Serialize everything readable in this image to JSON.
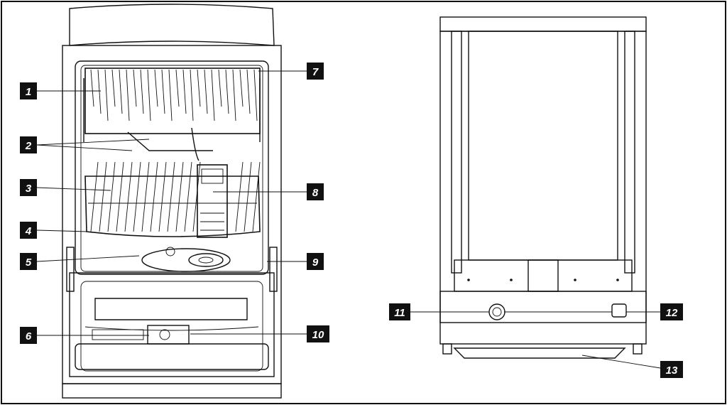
{
  "callouts": [
    {
      "id": "1",
      "text": "1"
    },
    {
      "id": "2",
      "text": "2"
    },
    {
      "id": "3",
      "text": "3"
    },
    {
      "id": "4",
      "text": "4"
    },
    {
      "id": "5",
      "text": "5"
    },
    {
      "id": "6",
      "text": "6"
    },
    {
      "id": "7",
      "text": "7"
    },
    {
      "id": "8",
      "text": "8"
    },
    {
      "id": "9",
      "text": "9"
    },
    {
      "id": "10",
      "text": "10"
    },
    {
      "id": "11",
      "text": "11"
    },
    {
      "id": "12",
      "text": "12"
    },
    {
      "id": "13",
      "text": "13"
    }
  ],
  "colors": {
    "ink": "#111111",
    "label_bg": "#111111",
    "label_text": "#ffffff"
  }
}
